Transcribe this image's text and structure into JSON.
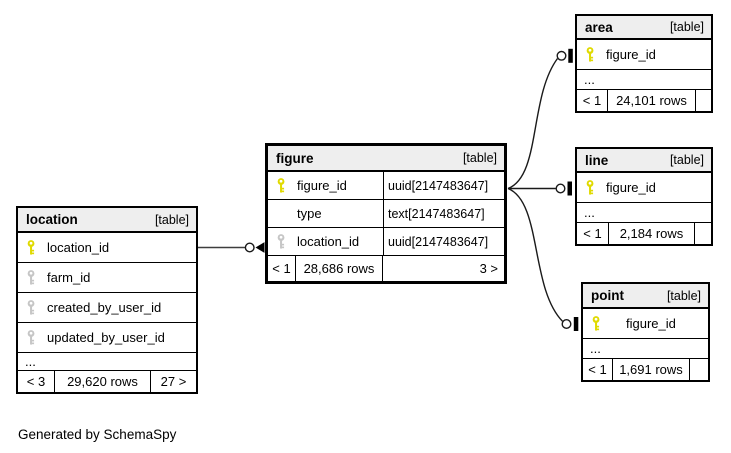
{
  "diagram": {
    "generator_note": "Generated by SchemaSpy",
    "ellipsis": "..."
  },
  "colors": {
    "header_bg": "#eeeeee",
    "border": "#000000",
    "primary_key": "#e0da00",
    "foreign_key": "#c6c6c6",
    "edge": "#3d3d3d"
  },
  "tables": [
    {
      "name": "location",
      "badge": "[table]",
      "columns": [
        {
          "name": "location_id",
          "key": "primary"
        },
        {
          "name": "farm_id",
          "key": "foreign"
        },
        {
          "name": "created_by_user_id",
          "key": "foreign"
        },
        {
          "name": "updated_by_user_id",
          "key": "foreign"
        }
      ],
      "ellipsis": "...",
      "footer": {
        "children": "< 3",
        "rows": "29,620 rows",
        "parents": "27 >"
      }
    },
    {
      "name": "figure",
      "badge": "[table]",
      "columns": [
        {
          "name": "figure_id",
          "key": "primary",
          "type": "uuid[2147483647]"
        },
        {
          "name": "type",
          "key": "none",
          "type": "text[2147483647]"
        },
        {
          "name": "location_id",
          "key": "foreign",
          "type": "uuid[2147483647]"
        }
      ],
      "footer": {
        "children": "< 1",
        "rows": "28,686 rows",
        "parents": "3 >"
      }
    },
    {
      "name": "area",
      "badge": "[table]",
      "columns": [
        {
          "name": "figure_id",
          "key": "primary"
        }
      ],
      "ellipsis": "...",
      "footer": {
        "children": "< 1",
        "rows": "24,101 rows",
        "parents": ""
      }
    },
    {
      "name": "line",
      "badge": "[table]",
      "columns": [
        {
          "name": "figure_id",
          "key": "primary"
        }
      ],
      "ellipsis": "...",
      "footer": {
        "children": "< 1",
        "rows": "2,184 rows",
        "parents": ""
      }
    },
    {
      "name": "point",
      "badge": "[table]",
      "columns": [
        {
          "name": "figure_id",
          "key": "primary"
        }
      ],
      "ellipsis": "...",
      "footer": {
        "children": "< 1",
        "rows": "1,691 rows",
        "parents": ""
      }
    }
  ],
  "relationships": [
    {
      "from": "location.location_id",
      "to": "figure.location_id",
      "child_marker": "crow-odot"
    },
    {
      "from": "figure.figure_id",
      "to": "area.figure_id",
      "child_marker": "tee-odot"
    },
    {
      "from": "figure.figure_id",
      "to": "line.figure_id",
      "child_marker": "tee-odot"
    },
    {
      "from": "figure.figure_id",
      "to": "point.figure_id",
      "child_marker": "tee-odot"
    }
  ]
}
